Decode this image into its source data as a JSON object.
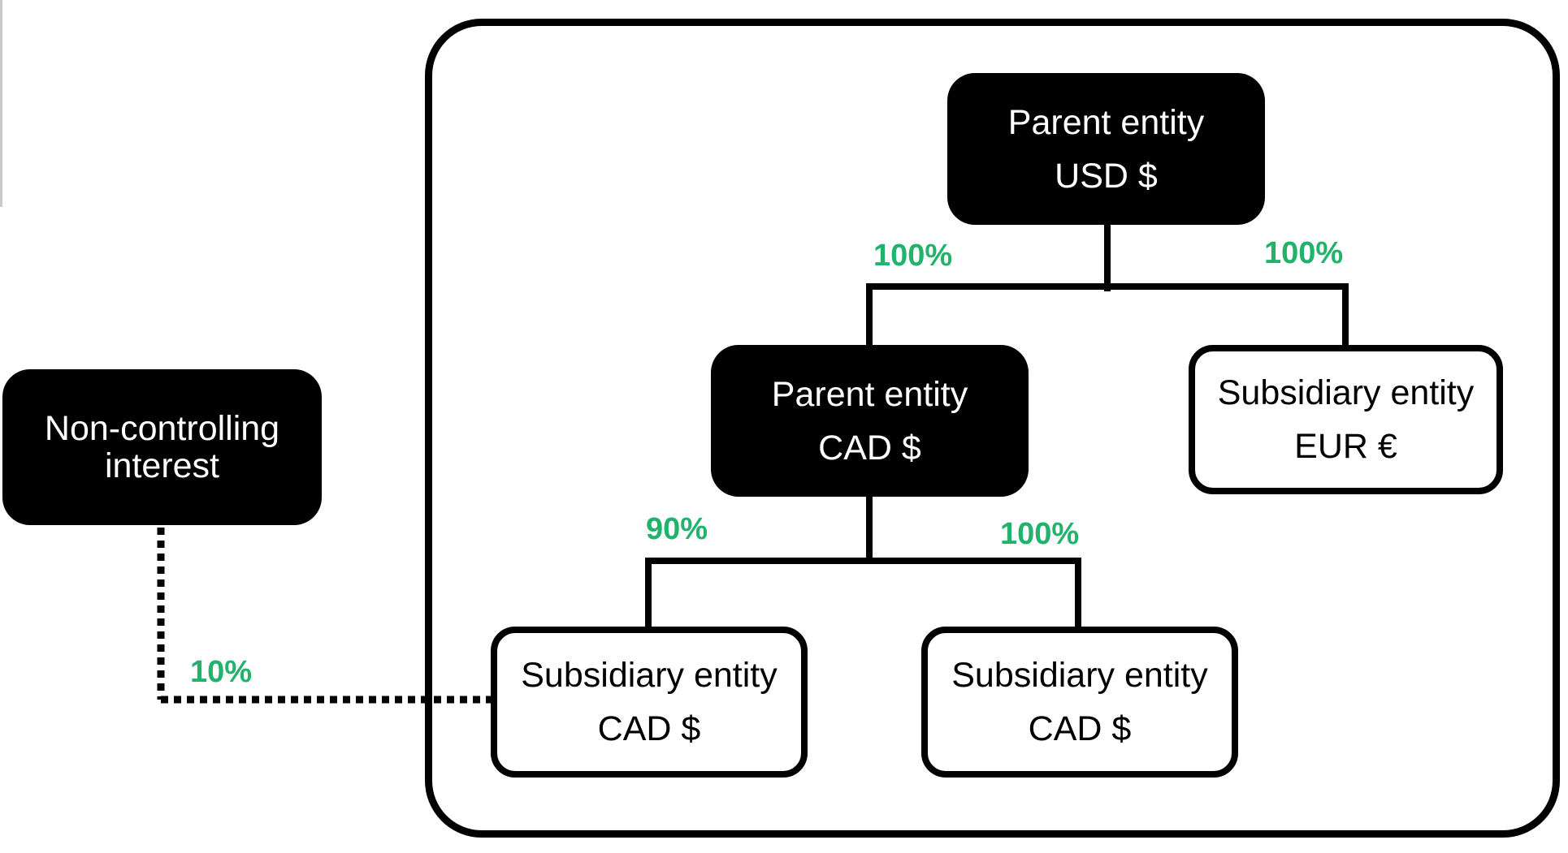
{
  "diagram": {
    "colors": {
      "dark_node_fill": "#000000",
      "dark_node_text": "#ffffff",
      "light_node_fill": "#ffffff",
      "light_node_border": "#000000",
      "ownership_label": "#21b36b",
      "connector": "#000000"
    },
    "nodes": {
      "top_parent": {
        "line1": "Parent entity",
        "line2": "USD $"
      },
      "mid_parent": {
        "line1": "Parent entity",
        "line2": "CAD $"
      },
      "eur_subsidiary": {
        "line1": "Subsidiary entity",
        "line2": "EUR €"
      },
      "cad_subsidiary_left": {
        "line1": "Subsidiary entity",
        "line2": "CAD $"
      },
      "cad_subsidiary_right": {
        "line1": "Subsidiary entity",
        "line2": "CAD $"
      },
      "non_controlling_interest": {
        "line1": "Non-controlling",
        "line2": "interest"
      }
    },
    "ownership": {
      "top_to_mid_parent": "100%",
      "top_to_eur_subsidiary": "100%",
      "mid_to_left_subsidiary": "90%",
      "mid_to_right_subsidiary": "100%",
      "nci_to_left_subsidiary": "10%"
    }
  }
}
